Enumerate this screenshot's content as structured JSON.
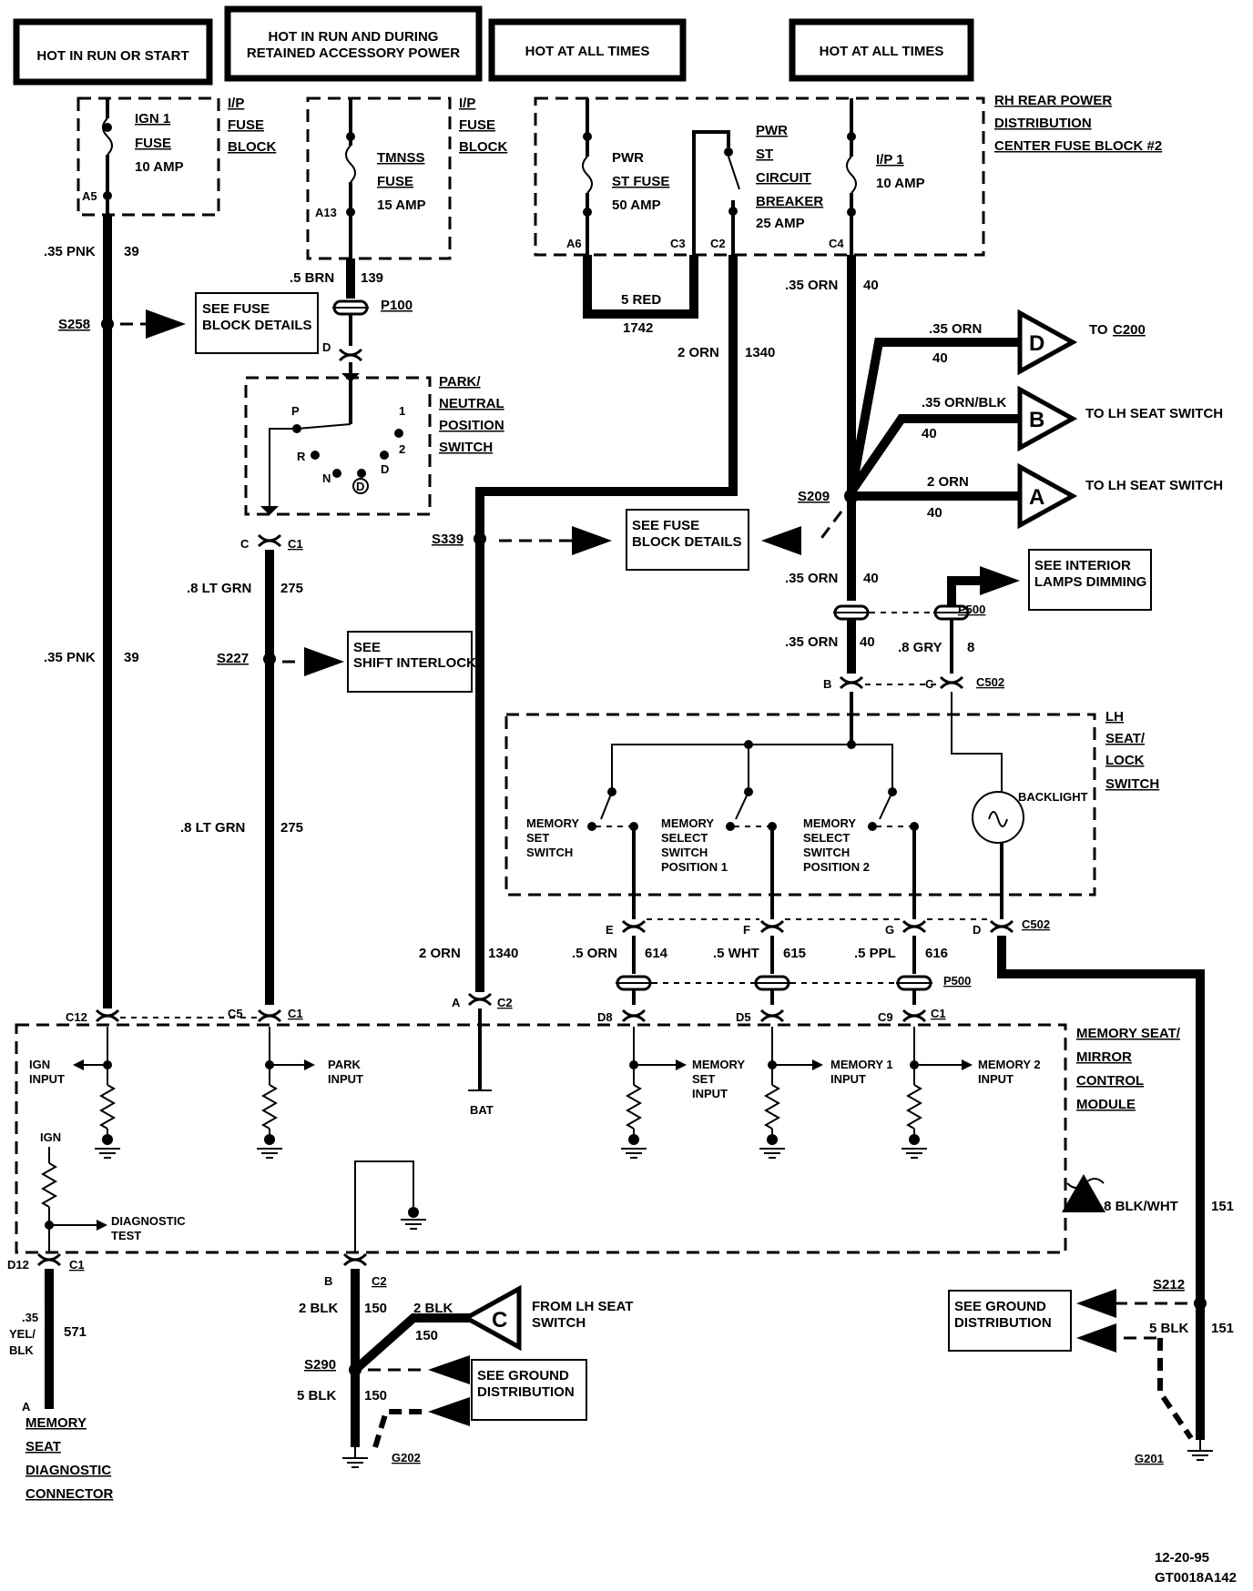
{
  "power_headers": {
    "ign_run_start": "HOT IN RUN OR START",
    "run_rap_line1": "HOT IN RUN AND DURING",
    "run_rap_line2": "RETAINED ACCESSORY POWER",
    "hot_all_1": "HOT AT ALL TIMES",
    "hot_all_2": "HOT AT ALL TIMES"
  },
  "fuse_ign1": {
    "name": "IGN 1",
    "type": "FUSE",
    "rating": "10 AMP",
    "terminal": "A5"
  },
  "fuse_tmnss": {
    "name": "TMNSS",
    "type": "FUSE",
    "rating": "15 AMP",
    "terminal": "A13"
  },
  "ip_fuse_block": {
    "l1": "I/P",
    "l2": "FUSE",
    "l3": "BLOCK"
  },
  "pwr_st_fuse": {
    "l1": "PWR",
    "l2": "ST FUSE",
    "rating": "50 AMP",
    "terminal": "A6"
  },
  "pwr_st_cb": {
    "l1": "PWR",
    "l2": "ST",
    "l3": "CIRCUIT",
    "l4": "BREAKER",
    "rating": "25 AMP",
    "terminal_in": "C3",
    "terminal_out": "C2"
  },
  "ip1_fuse": {
    "name": "I/P 1",
    "rating": "10 AMP",
    "terminal": "C4"
  },
  "rh_block": {
    "l1": "RH REAR POWER",
    "l2": "DISTRIBUTION",
    "l3": "CENTER FUSE BLOCK #2"
  },
  "wires": {
    "pnk39_a": ".35 PNK",
    "pnk39_a_num": "39",
    "pnk39_b": ".35 PNK",
    "pnk39_b_num": "39",
    "brn139": ".5 BRN",
    "brn139_num": "139",
    "red1742": "5 RED",
    "red1742_num": "1742",
    "orn1340_a": "2 ORN",
    "orn1340_a_num": "1340",
    "orn1340_b": "2 ORN",
    "orn1340_b_num": "1340",
    "orn40_a": ".35 ORN",
    "orn40_a_num": "40",
    "orn40_d": ".35 ORN",
    "orn40_d_num": "40",
    "ornblk40": ".35 ORN/BLK",
    "ornblk40_num": "40",
    "orn40_2": "2 ORN",
    "orn40_2_num": "40",
    "orn40_b": ".35 ORN",
    "orn40_b_num": "40",
    "orn40_c": ".35 ORN",
    "orn40_c_num": "40",
    "gry8": ".8 GRY",
    "gry8_num": "8",
    "ltgrn275_a": ".8 LT GRN",
    "ltgrn275_a_num": "275",
    "ltgrn275_b": ".8 LT GRN",
    "ltgrn275_b_num": "275",
    "orn614": ".5 ORN",
    "orn614_num": "614",
    "wht615": ".5 WHT",
    "wht615_num": "615",
    "ppl616": ".5 PPL",
    "ppl616_num": "616",
    "blkwht151": ".8 BLK/WHT",
    "blkwht151_num": "151",
    "blk151": "5 BLK",
    "blk151_num": "151",
    "blk150_a": "2 BLK",
    "blk150_a_num": "150",
    "blk150_b": "2 BLK",
    "blk150_b_num": "150",
    "blk150_c": "5 BLK",
    "blk150_c_num": "150",
    "yelblk_l1": ".35",
    "yelblk_l2": "YEL/",
    "yelblk_l3": "BLK",
    "yelblk_num": "571"
  },
  "splices": {
    "s258": "S258",
    "s339": "S339",
    "s209": "S209",
    "s227": "S227",
    "s290": "S290",
    "s212": "S212"
  },
  "connectors": {
    "p100": "P100",
    "p100_pin": "D",
    "c1_pns": "C1",
    "c1_pns_pin": "C",
    "p500_top": "P500",
    "c502_top": "C502",
    "c502_pin_b": "B",
    "c502_pin_c": "C",
    "c502_bot": "C502",
    "c502_pin_e": "E",
    "c502_pin_f": "F",
    "c502_pin_g": "G",
    "c502_pin_d": "D",
    "p500_bot": "P500",
    "c12": "C12",
    "c5": "C5",
    "c1_mod": "C1",
    "c2_bat": "C2",
    "c2_bat_pin": "A",
    "d8": "D8",
    "d5": "D5",
    "c9": "C9",
    "c1_mem": "C1",
    "d12": "D12",
    "c1_diag": "C1",
    "c2_gnd": "C2",
    "c2_gnd_pin": "B",
    "diag_pin": "A"
  },
  "refs": {
    "see_fuse_1_l1": "SEE FUSE",
    "see_fuse_1_l2": "BLOCK DETAILS",
    "see_fuse_2_l1": "SEE FUSE",
    "see_fuse_2_l2": "BLOCK DETAILS",
    "see_shift_l1": "SEE",
    "see_shift_l2": "SHIFT INTERLOCK",
    "see_int_l1": "SEE INTERIOR",
    "see_int_l2": "LAMPS DIMMING",
    "see_gnd_1_l1": "SEE GROUND",
    "see_gnd_1_l2": "DISTRIBUTION",
    "see_gnd_2_l1": "SEE GROUND",
    "see_gnd_2_l2": "DISTRIBUTION"
  },
  "offpage": {
    "d_letter": "D",
    "d_text": "TO",
    "d_target": "C200",
    "b_letter": "B",
    "b_text": "TO LH SEAT SWITCH",
    "a_letter": "A",
    "a_text": "TO LH SEAT SWITCH",
    "c_letter": "C",
    "c_text_l1": "FROM LH SEAT",
    "c_text_l2": "SWITCH"
  },
  "pns": {
    "l1": "PARK/",
    "l2": "NEUTRAL",
    "l3": "POSITION",
    "l4": "SWITCH",
    "p": "P",
    "r": "R",
    "n": "N",
    "d": "D",
    "d_circ": "D",
    "one": "1",
    "two": "2"
  },
  "lh_switch": {
    "l1": "LH",
    "l2": "SEAT/",
    "l3": "LOCK",
    "l4": "SWITCH",
    "mem_set_l1": "MEMORY",
    "mem_set_l2": "SET",
    "mem_set_l3": "SWITCH",
    "sel1_l1": "MEMORY",
    "sel1_l2": "SELECT",
    "sel1_l3": "SWITCH",
    "sel1_l4": "POSITION 1",
    "sel2_l1": "MEMORY",
    "sel2_l2": "SELECT",
    "sel2_l3": "SWITCH",
    "sel2_l4": "POSITION 2",
    "backlight": "BACKLIGHT"
  },
  "module": {
    "l1": "MEMORY SEAT/",
    "l2": "MIRROR",
    "l3": "CONTROL",
    "l4": "MODULE",
    "ign_in_l1": "IGN",
    "ign_in_l2": "INPUT",
    "park_in_l1": "PARK",
    "park_in_l2": "INPUT",
    "bat": "BAT",
    "mset_l1": "MEMORY",
    "mset_l2": "SET",
    "mset_l3": "INPUT",
    "m1_l1": "MEMORY 1",
    "m1_l2": "INPUT",
    "m2_l1": "MEMORY 2",
    "m2_l2": "INPUT",
    "ign": "IGN",
    "diag_l1": "DIAGNOSTIC",
    "diag_l2": "TEST"
  },
  "diag_conn": {
    "l1": "MEMORY",
    "l2": "SEAT",
    "l3": "DIAGNOSTIC",
    "l4": "CONNECTOR"
  },
  "grounds": {
    "g202": "G202",
    "g201": "G201"
  },
  "footer": {
    "date": "12-20-95",
    "code": "GT0018A142"
  }
}
